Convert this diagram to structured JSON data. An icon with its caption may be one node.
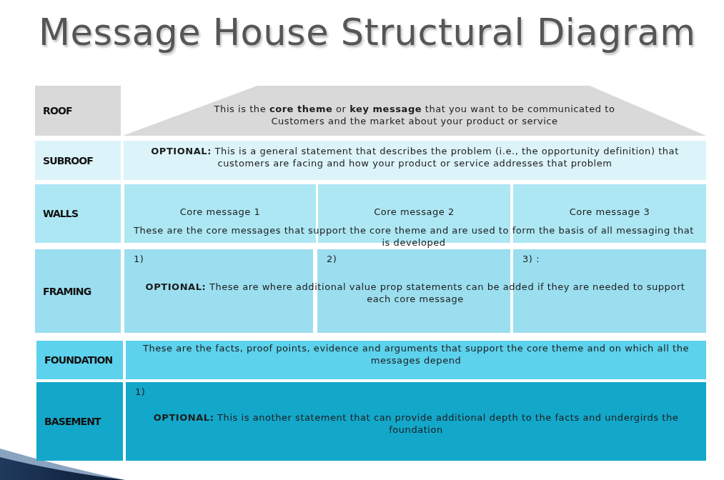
{
  "diagram": {
    "title": "Message House Structural Diagram",
    "nodes": [
      {
        "text": [
          "ROOF"
        ]
      },
      {
        "text": [
          "This is the **core theme** or **key message** that you want to be communicated to Customers and the market about your product or service"
        ]
      },
      {
        "text": [
          "SUBROOF"
        ]
      },
      {
        "text": [
          "**OPTIONAL:** This is a general statement that describes the problem (i.e., the opportunity definition) that customers are facing and how your product or service addresses that problem"
        ]
      },
      {
        "text": [
          "WALLS"
        ]
      },
      {
        "text": [
          "Core message 1"
        ]
      },
      {
        "text": [
          "Core message 2"
        ]
      },
      {
        "text": [
          "Core message 3"
        ]
      },
      {
        "text": [
          "FRAMING"
        ]
      },
      {
        "text": [
          "1)"
        ]
      },
      {
        "text": [
          "2)"
        ]
      },
      {
        "text": [
          "3) :"
        ]
      },
      {
        "text": [
          "FOUNDATION"
        ]
      },
      {
        "text": [
          "These are the facts, proof points, evidence and arguments that support the core theme and on which all the messages depend"
        ]
      },
      {
        "text": [
          "BASEMENT"
        ]
      },
      {
        "text": [
          "1)",
          "**OPTIONAL:** This is another statement that can provide additional depth to the facts and undergirds the foundation"
        ]
      }
    ],
    "labels": [
      "These are the core messages that support the core theme and are used to form the basis of all messaging that is developed",
      "**OPTIONAL:** These are where additional value prop statements can be added if they are needed to support each core message"
    ]
  }
}
